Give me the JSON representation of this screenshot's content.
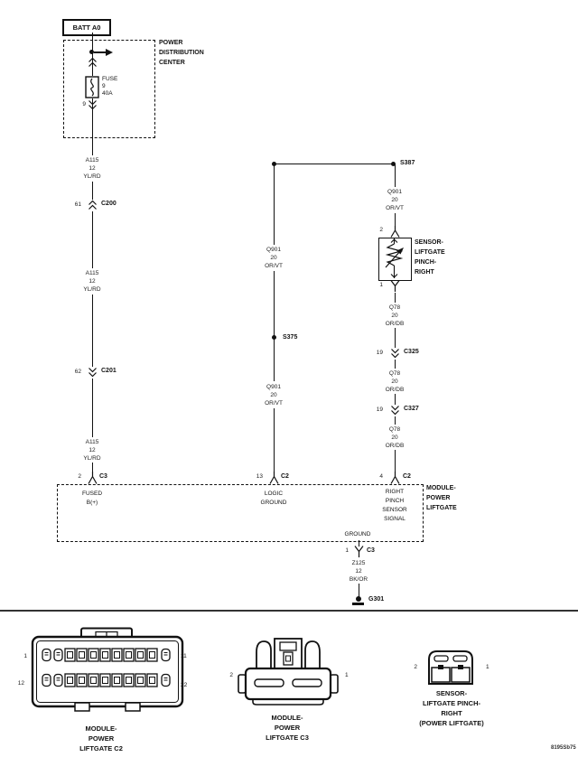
{
  "stamp": "8195Sb75",
  "pdc": {
    "batt_label": "BATT A0",
    "box_label": [
      "POWER",
      "DISTRIBUTION",
      "CENTER"
    ],
    "fuse": [
      "FUSE",
      "9",
      "40A"
    ],
    "fuse_pin": "9"
  },
  "left": {
    "wire1": [
      "A115",
      "12",
      "YL/RD"
    ],
    "wire2": [
      "A115",
      "12",
      "YL/RD"
    ],
    "wire3": [
      "A115",
      "12",
      "YL/RD"
    ],
    "c200": {
      "pin": "61",
      "name": "C200"
    },
    "c201": {
      "pin": "62",
      "name": "C201"
    },
    "c3": {
      "pin": "2",
      "name": "C3"
    }
  },
  "mid": {
    "s387": "S387",
    "s375": "S375",
    "wire1": [
      "Q901",
      "20",
      "OR/VT"
    ],
    "wire2": [
      "Q901",
      "20",
      "OR/VT"
    ],
    "c2": {
      "pin": "13",
      "name": "C2"
    }
  },
  "right": {
    "wire0": [
      "Q901",
      "20",
      "OR/VT"
    ],
    "pin_in": "2",
    "sensor_label": [
      "SENSOR-",
      "LIFTGATE",
      "PINCH-",
      "RIGHT"
    ],
    "pin_out": "1",
    "wire1": [
      "Q78",
      "20",
      "OR/DB"
    ],
    "wire2": [
      "Q78",
      "20",
      "OR/DB"
    ],
    "wire3": [
      "Q78",
      "20",
      "OR/DB"
    ],
    "c325": {
      "pin": "19",
      "name": "C325"
    },
    "c327": {
      "pin": "19",
      "name": "C327"
    },
    "c2": {
      "pin": "4",
      "name": "C2"
    }
  },
  "module": {
    "label": [
      "MODULE-",
      "POWER",
      "LIFTGATE"
    ],
    "fused": [
      "FUSED",
      "B(+)"
    ],
    "logic": [
      "LOGIC",
      "GROUND"
    ],
    "signal": [
      "RIGHT",
      "PINCH",
      "SENSOR",
      "SIGNAL"
    ],
    "ground": "GROUND"
  },
  "tail": {
    "c3": {
      "pin": "1",
      "name": "C3"
    },
    "wire": [
      "Z125",
      "12",
      "BK/OR"
    ],
    "g301": "G301"
  },
  "bottom": {
    "c2": {
      "pin_tl": "1",
      "pin_tr": "11",
      "pin_bl": "12",
      "pin_br": "22",
      "caption": [
        "MODULE-",
        "POWER",
        "LIFTGATE C2"
      ]
    },
    "c3": {
      "pin_left": "2",
      "pin_right": "1",
      "caption": [
        "MODULE-",
        "POWER",
        "LIFTGATE C3"
      ]
    },
    "sensor": {
      "pin_left": "2",
      "pin_right": "1",
      "caption": [
        "SENSOR-",
        "LIFTGATE PINCH-",
        "RIGHT",
        "(POWER LIFTGATE)"
      ]
    }
  },
  "colors": {
    "line": "#111111",
    "bg": "#ffffff"
  }
}
